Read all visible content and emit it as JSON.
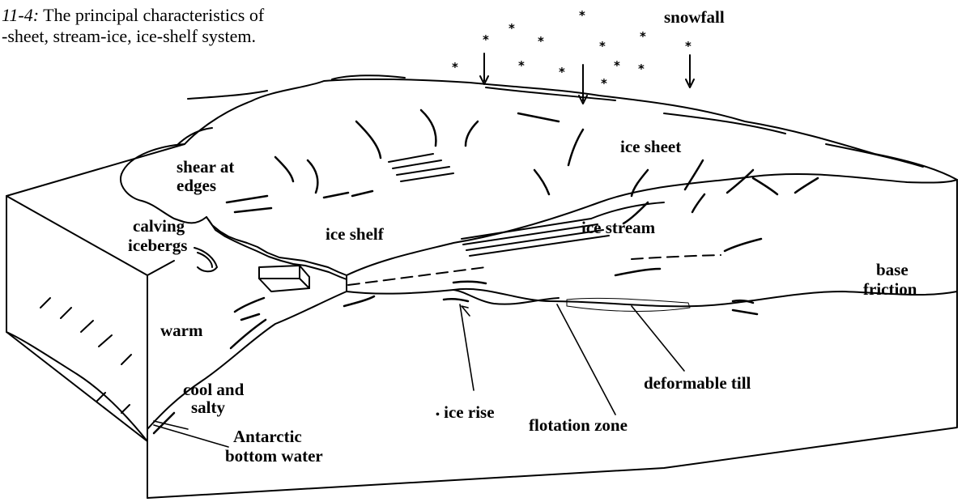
{
  "caption": {
    "figure_number": "11-4:",
    "line1": "The principal characteristics of",
    "line2": "-sheet, stream-ice, ice-shelf system."
  },
  "labels": {
    "snowfall": "snowfall",
    "ice_sheet": "ice sheet",
    "shear_line1": "shear at",
    "shear_line2": "edges",
    "calving_line1": "calving",
    "calving_line2": "icebergs",
    "ice_shelf": "ice shelf",
    "ice_stream": "ice stream",
    "base_line1": "base",
    "base_line2": "friction",
    "warm": "warm",
    "cool_line1": "cool and",
    "cool_line2": "salty",
    "ice_rise": "ice rise",
    "flotation_zone": "flotation zone",
    "deformable_till": "deformable till",
    "antarctic_line1": "Antarctic",
    "antarctic_line2": "bottom water"
  },
  "snowflake_glyph": "*"
}
